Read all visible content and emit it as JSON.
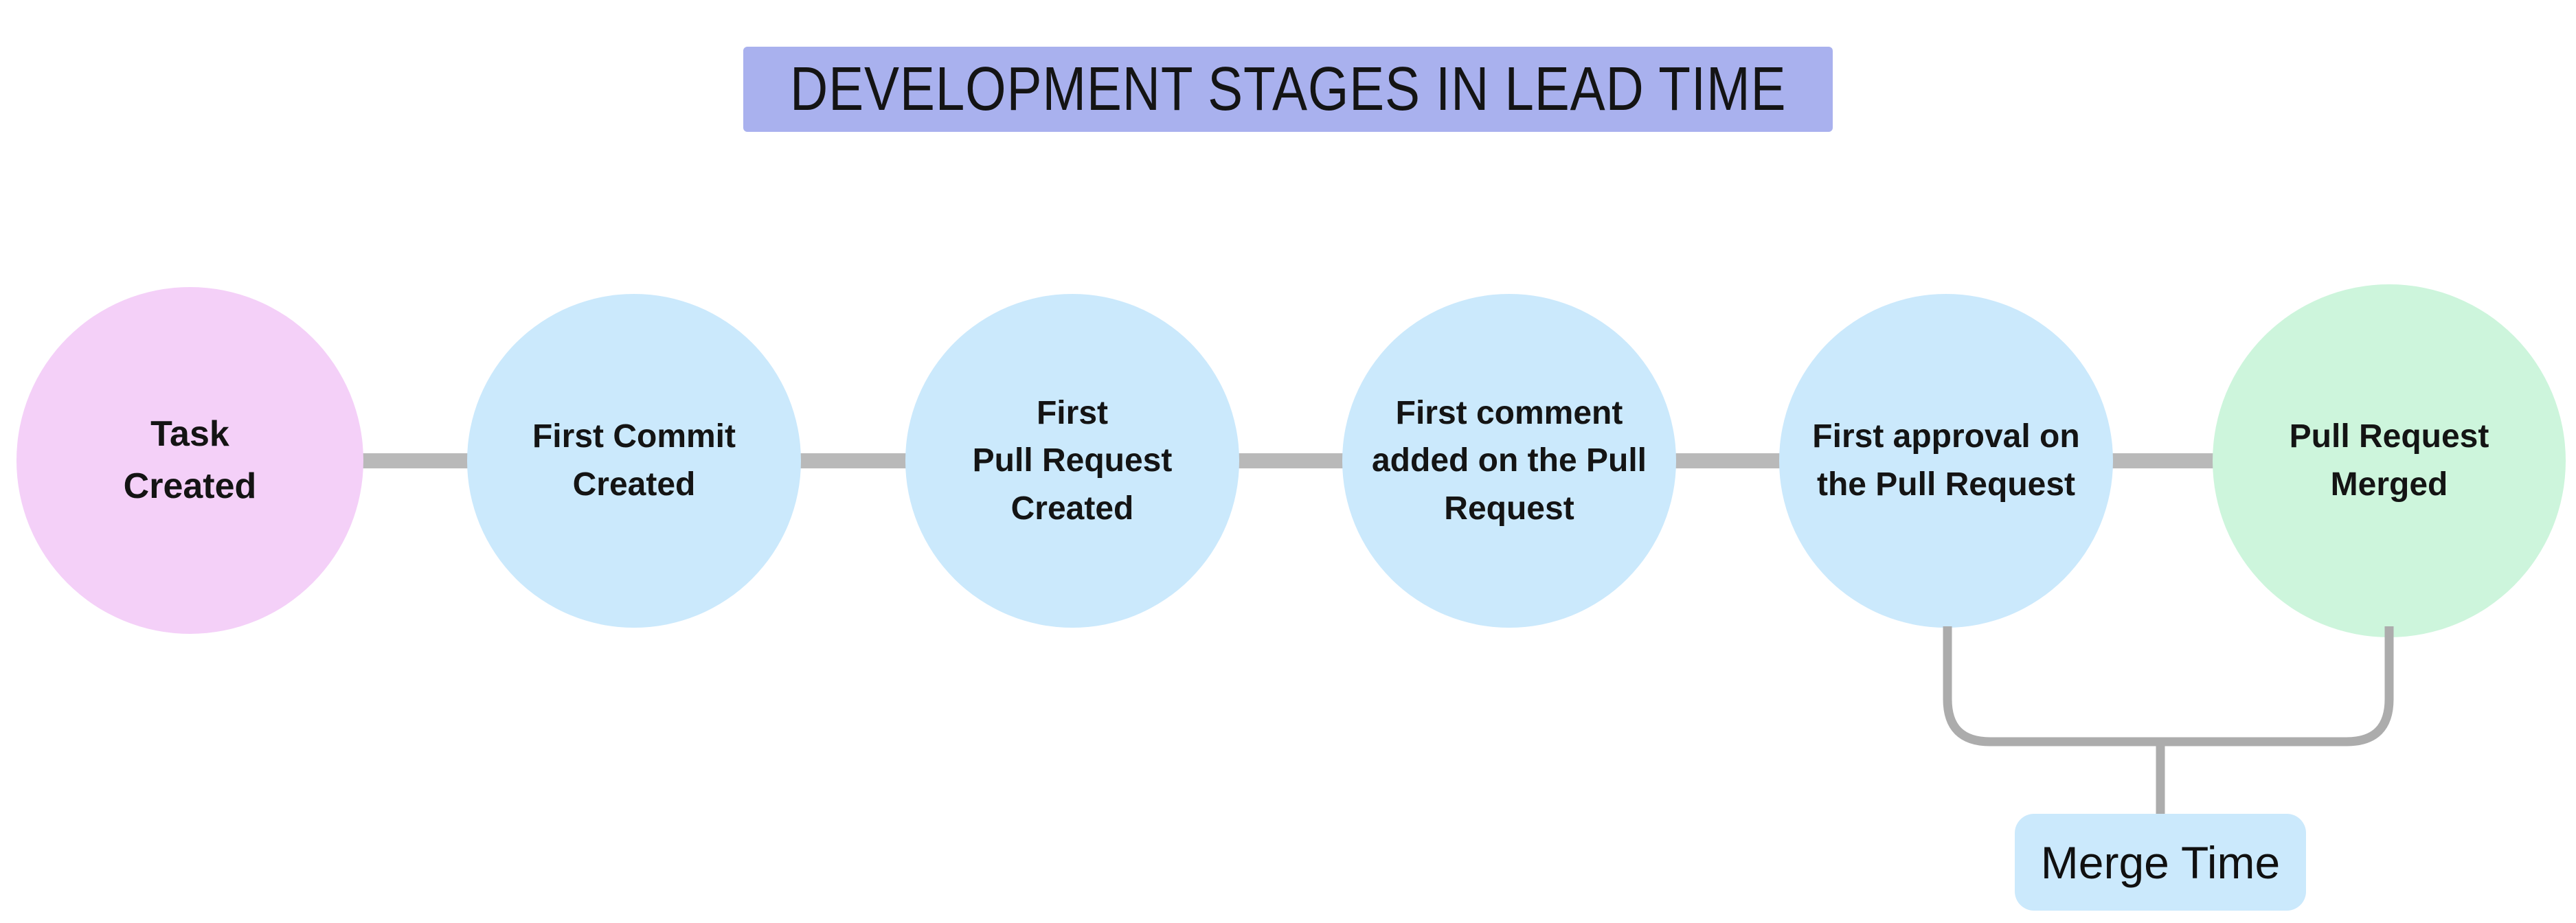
{
  "title": {
    "text": "DEVELOPMENT STAGES IN LEAD TIME",
    "background": "#a9b1ee"
  },
  "stages": [
    {
      "label": "Task\nCreated",
      "color": "#f4d0f8",
      "role": "start"
    },
    {
      "label": "First Commit\nCreated",
      "color": "#cbe9fc",
      "role": "middle"
    },
    {
      "label": "First\nPull Request\nCreated",
      "color": "#cbe9fc",
      "role": "middle"
    },
    {
      "label": "First comment\nadded on the Pull\nRequest",
      "color": "#cbe9fc",
      "role": "middle"
    },
    {
      "label": "First approval on\nthe Pull Request",
      "color": "#cbe9fc",
      "role": "middle"
    },
    {
      "label": "Pull Request\nMerged",
      "color": "#cdf5dc",
      "role": "end"
    }
  ],
  "connector": {
    "color": "#b9b9b9"
  },
  "bracket": {
    "label": "Merge Time",
    "label_background": "#cbe9fc",
    "line_color": "#acacac"
  },
  "text_color": "#141414"
}
